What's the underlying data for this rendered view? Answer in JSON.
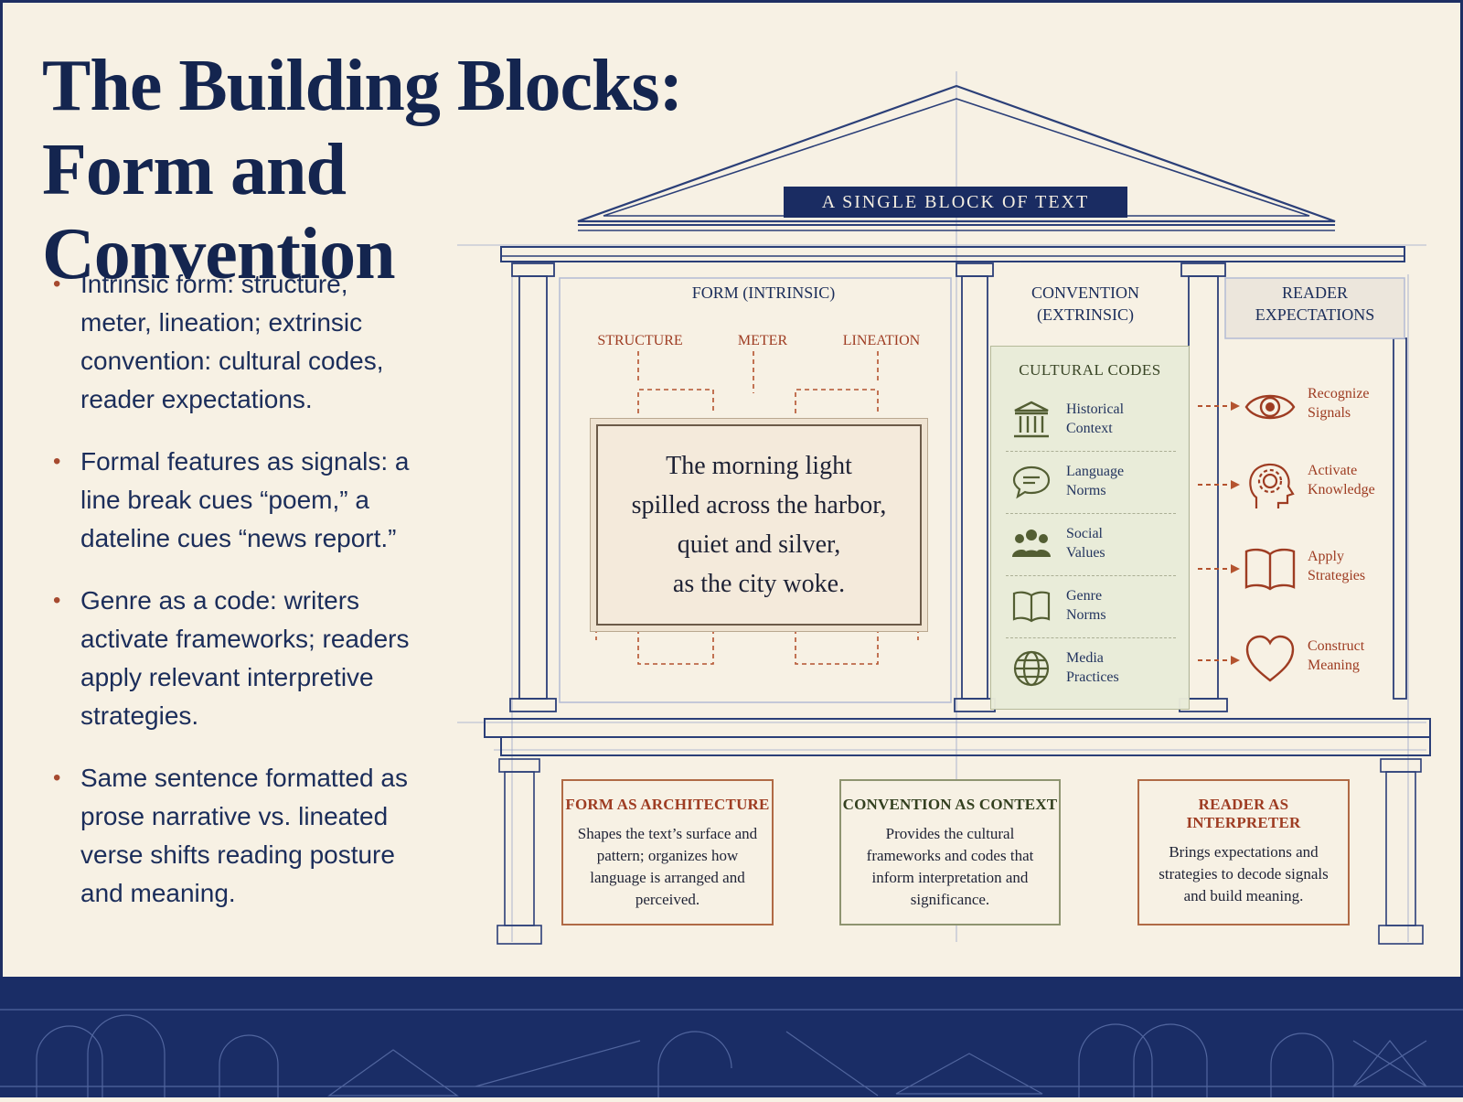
{
  "title": {
    "line1": "The Building Blocks:",
    "line2": "Form and Convention"
  },
  "bullets": [
    "Intrinsic form: structure, meter, lineation; extrinsic convention: cultural codes, reader expectations.",
    "Formal features as signals: a line break cues “poem,” a dateline cues “news report.”",
    "Genre as a code: writers activate frameworks; readers apply relevant interpretive strategies.",
    "Same sentence formatted as prose narrative vs. lineated verse shifts reading posture and meaning."
  ],
  "diagram": {
    "banner": "A SINGLE BLOCK OF TEXT",
    "form_header": "FORM (INTRINSIC)",
    "form_subs": [
      "STRUCTURE",
      "METER",
      "LINEATION"
    ],
    "convention_header": [
      "CONVENTION",
      "(EXTRINSIC)"
    ],
    "reader_header": [
      "READER",
      "EXPECTATIONS"
    ],
    "sample_text": [
      "The morning light",
      "spilled across the harbor,",
      "quiet and silver,",
      "as the city woke."
    ],
    "cultural_codes_title": "CULTURAL CODES",
    "cultural_codes": [
      {
        "icon": "columns-icon",
        "line1": "Historical",
        "line2": "Context"
      },
      {
        "icon": "speech-bubble-icon",
        "line1": "Language",
        "line2": "Norms"
      },
      {
        "icon": "people-icon",
        "line1": "Social",
        "line2": "Values"
      },
      {
        "icon": "book-icon",
        "line1": "Genre",
        "line2": "Norms"
      },
      {
        "icon": "globe-icon",
        "line1": "Media",
        "line2": "Practices"
      }
    ],
    "expectations": [
      {
        "icon": "eye-icon",
        "line1": "Recognize",
        "line2": "Signals"
      },
      {
        "icon": "head-gear-icon",
        "line1": "Activate",
        "line2": "Knowledge"
      },
      {
        "icon": "open-book-icon",
        "line1": "Apply",
        "line2": "Strategies"
      },
      {
        "icon": "heart-icon",
        "line1": "Construct",
        "line2": "Meaning"
      }
    ],
    "bottom": [
      {
        "title": "FORM AS ARCHITECTURE",
        "body": "Shapes the text’s surface and pattern; organizes how language is arranged and perceived."
      },
      {
        "title": "CONVENTION AS CONTEXT",
        "body": "Provides the cultural frameworks and codes that inform interpretation and significance."
      },
      {
        "title": "READER AS INTERPRETER",
        "body": "Brings expectations and strategies to decode signals and build meaning."
      }
    ]
  },
  "colors": {
    "navy": "#1a2c62",
    "rust": "#9e3c22",
    "olive": "#4e5a2e",
    "paper": "#f7f1e4"
  }
}
